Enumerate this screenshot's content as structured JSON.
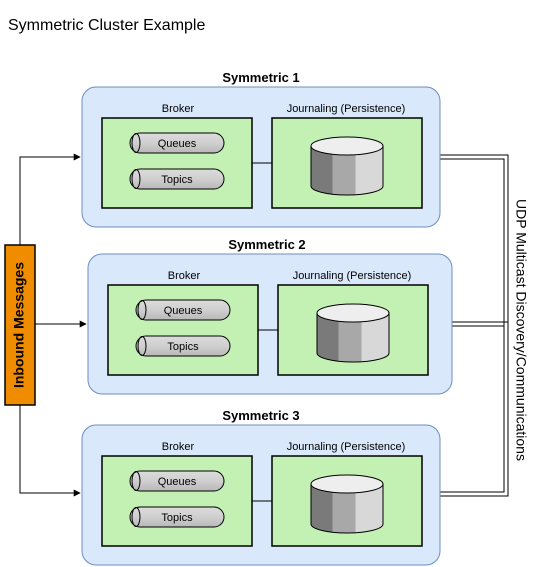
{
  "title": "Symmetric Cluster Example",
  "inbound_label": "Inbound Messages",
  "udp_label": "UDP Multicast Discovery/Communications",
  "colors": {
    "node_fill": "#dae8fc",
    "node_stroke": "#6c8ebf",
    "panel_fill": "#c3f1b3",
    "inbound_fill": "#f08c00",
    "pill_fill": "#c8c8c8"
  },
  "clusters": [
    {
      "name": "Symmetric 1",
      "broker_label": "Broker",
      "journal_label": "Journaling (Persistence)",
      "queues_label": "Queues",
      "topics_label": "Topics",
      "database_icon": "database-icon"
    },
    {
      "name": "Symmetric 2",
      "broker_label": "Broker",
      "journal_label": "Journaling (Persistence)",
      "queues_label": "Queues",
      "topics_label": "Topics",
      "database_icon": "database-icon"
    },
    {
      "name": "Symmetric 3",
      "broker_label": "Broker",
      "journal_label": "Journaling (Persistence)",
      "queues_label": "Queues",
      "topics_label": "Topics",
      "database_icon": "database-icon"
    }
  ]
}
